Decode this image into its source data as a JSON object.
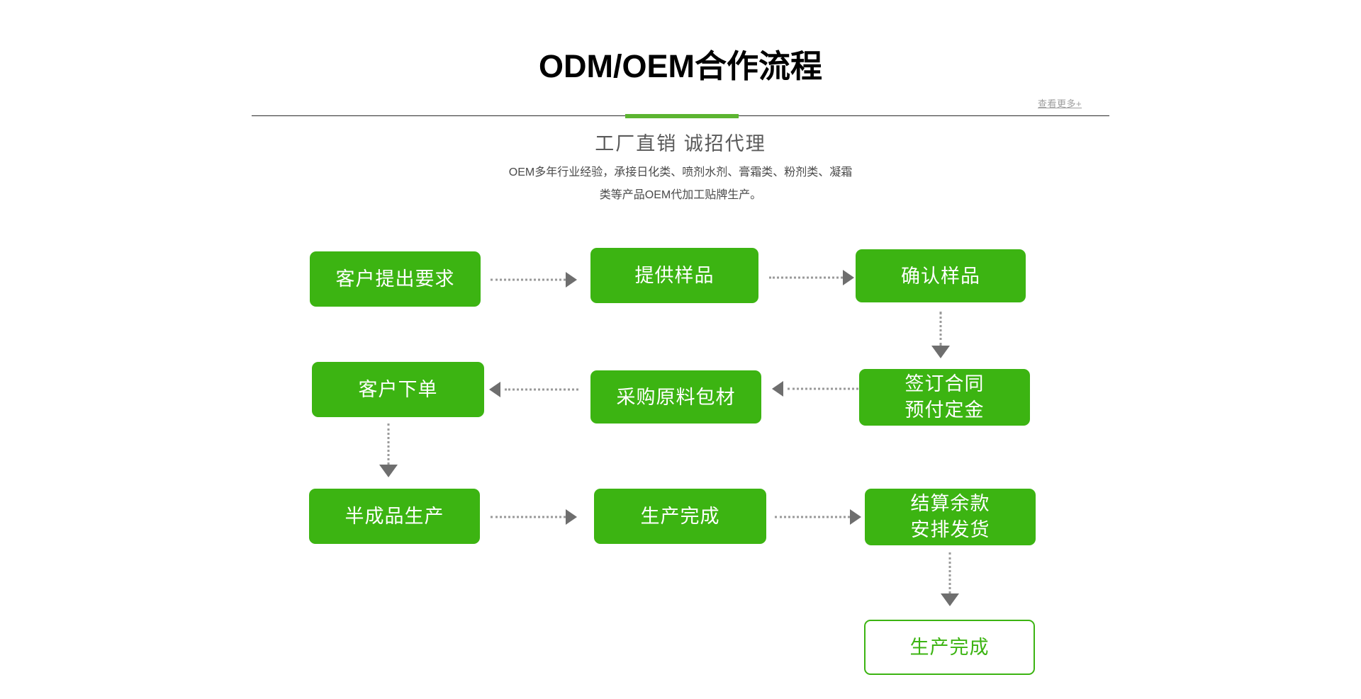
{
  "header": {
    "title": "ODM/OEM合作流程",
    "more_label": "查看更多+",
    "accent_color": "#5cb531",
    "rule_color": "#2b2b2b"
  },
  "intro": {
    "subtitle": "工厂直销 诚招代理",
    "description_lines": [
      "OEM多年行业经验，承接日化类、喷剂水剂、膏霜类、粉剂类、凝霜",
      "类等产品OEM代加工贴牌生产。"
    ]
  },
  "flow": {
    "node_fill": "#3cb412",
    "node_text_color": "#ffffff",
    "outline_text_color": "#3cb412",
    "connector_color": "#9a9a9a",
    "arrow_color": "#6e6e6e",
    "nodes": [
      {
        "id": "customer-request",
        "label": "客户提出要求",
        "lines": [
          "客户提出要求"
        ],
        "style": "filled"
      },
      {
        "id": "provide-sample",
        "label": "提供样品",
        "lines": [
          "提供样品"
        ],
        "style": "filled"
      },
      {
        "id": "confirm-sample",
        "label": "确认样品",
        "lines": [
          "确认样品"
        ],
        "style": "filled"
      },
      {
        "id": "customer-order",
        "label": "客户下单",
        "lines": [
          "客户下单"
        ],
        "style": "filled"
      },
      {
        "id": "purchase-material",
        "label": "采购原料包材",
        "lines": [
          "采购原料包材"
        ],
        "style": "filled"
      },
      {
        "id": "sign-contract",
        "label": "签订合同预付定金",
        "lines": [
          "签订合同",
          "预付定金"
        ],
        "style": "filled"
      },
      {
        "id": "semi-production",
        "label": "半成品生产",
        "lines": [
          "半成品生产"
        ],
        "style": "filled"
      },
      {
        "id": "production-done",
        "label": "生产完成",
        "lines": [
          "生产完成"
        ],
        "style": "filled"
      },
      {
        "id": "settle-ship",
        "label": "结算余款安排发货",
        "lines": [
          "结算余款",
          "安排发货"
        ],
        "style": "filled"
      },
      {
        "id": "production-final",
        "label": "生产完成",
        "lines": [
          "生产完成"
        ],
        "style": "outline"
      }
    ],
    "edges": [
      {
        "from": "customer-request",
        "to": "provide-sample",
        "direction": "right"
      },
      {
        "from": "provide-sample",
        "to": "confirm-sample",
        "direction": "right"
      },
      {
        "from": "confirm-sample",
        "to": "sign-contract",
        "direction": "down"
      },
      {
        "from": "sign-contract",
        "to": "purchase-material",
        "direction": "left"
      },
      {
        "from": "purchase-material",
        "to": "customer-order",
        "direction": "left"
      },
      {
        "from": "customer-order",
        "to": "semi-production",
        "direction": "down"
      },
      {
        "from": "semi-production",
        "to": "production-done",
        "direction": "right"
      },
      {
        "from": "production-done",
        "to": "settle-ship",
        "direction": "right"
      },
      {
        "from": "settle-ship",
        "to": "production-final",
        "direction": "down"
      }
    ]
  }
}
